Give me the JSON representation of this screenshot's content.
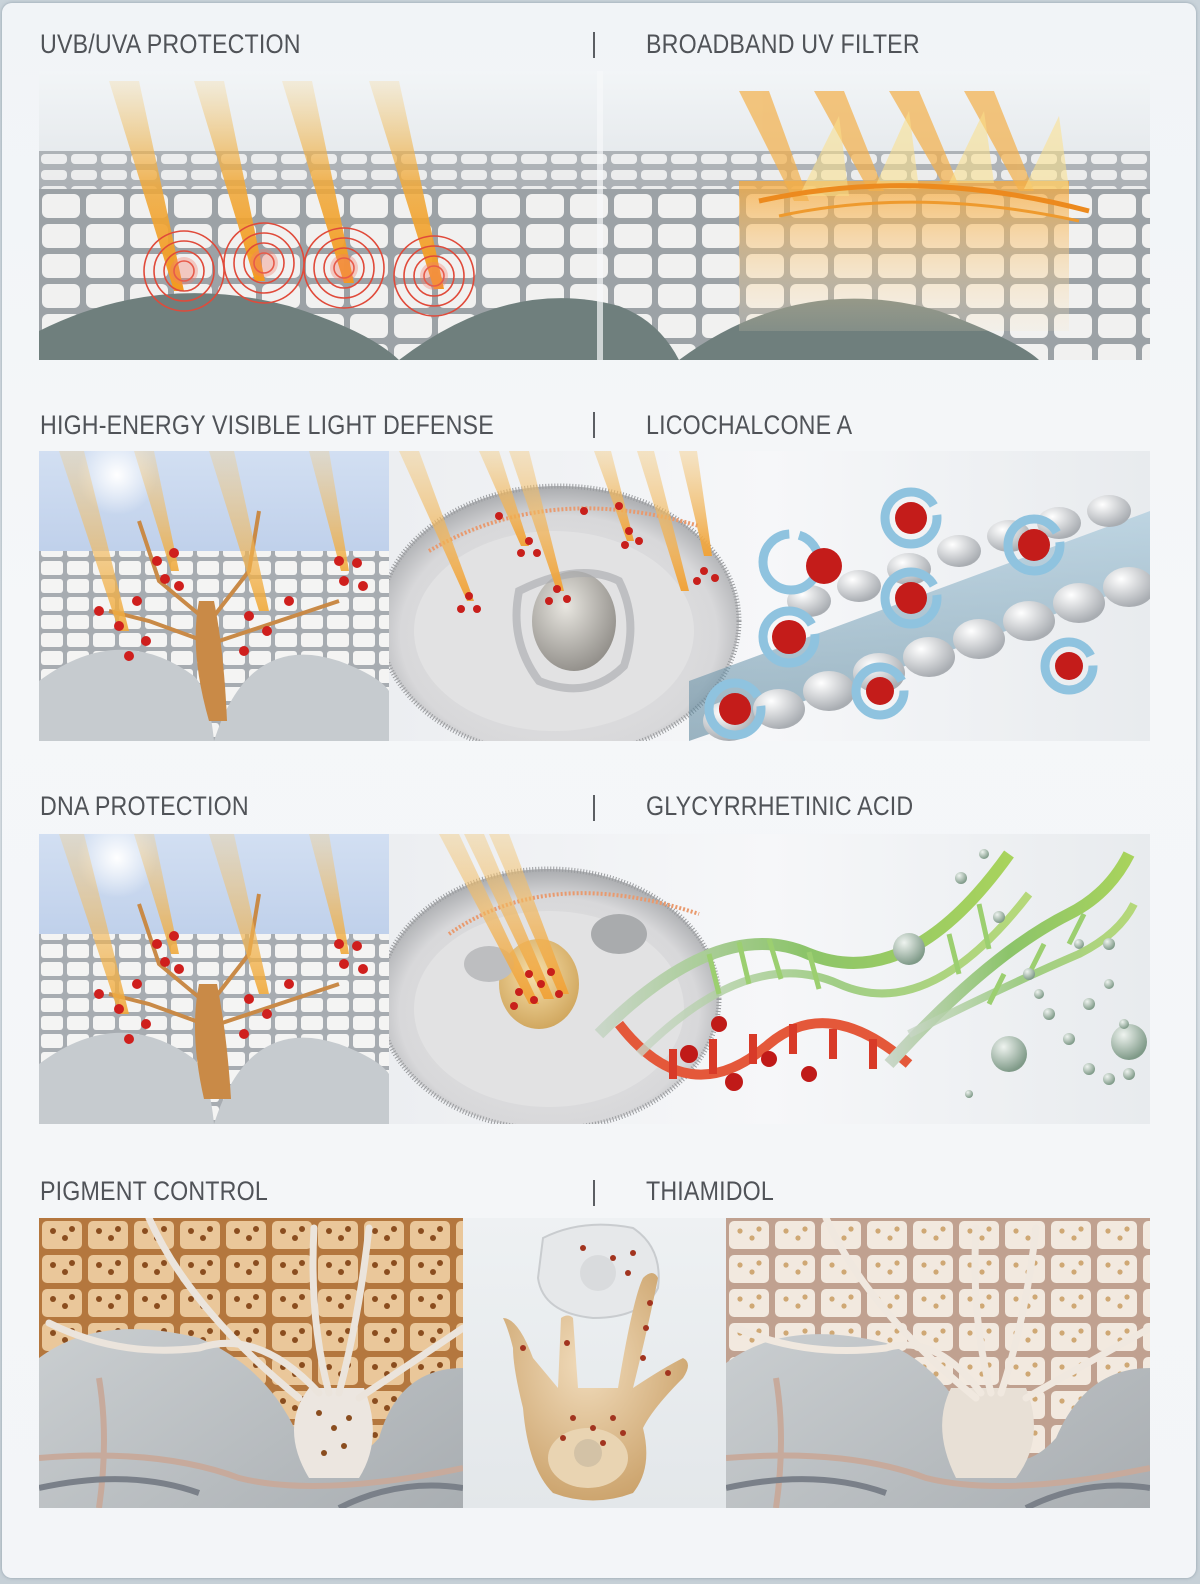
{
  "rows": [
    {
      "left_title": "UVB/UVA PROTECTION",
      "right_title": "BROADBAND UV FILTER",
      "separator": "|",
      "panels": [
        {
          "id": "uvb-uva-protection",
          "depicts": "UV rays penetrating skin cell layers causing red concentric damage rings"
        },
        {
          "id": "broadband-uv-filter",
          "depicts": "UV rays blocked by orange filter layer across skin cells"
        }
      ]
    },
    {
      "left_title": "HIGH-ENERGY VISIBLE LIGHT DEFENSE",
      "right_title": "LICOCHALCONE A",
      "separator": "|",
      "panels": [
        {
          "id": "hevl-skin",
          "depicts": "Light rays entering skin with red free radicals around melanocyte"
        },
        {
          "id": "hevl-cell",
          "depicts": "Cell cross-section with rays and red radicals hitting organelles"
        },
        {
          "id": "licochalcone-membrane",
          "depicts": "Blue antioxidant shells capturing red radicals near lipid bilayer"
        }
      ]
    },
    {
      "left_title": "DNA PROTECTION",
      "right_title": "GLYCYRRHETINIC ACID",
      "separator": "|",
      "panels": [
        {
          "id": "dna-skin",
          "depicts": "Light rays entering skin with red radicals around melanocyte"
        },
        {
          "id": "dna-cell",
          "depicts": "Cell with rays targeting nucleus"
        },
        {
          "id": "glycyrrhetinic-dna",
          "depicts": "Damaged red DNA strand turning into green repaired helix with spheres"
        }
      ]
    },
    {
      "left_title": "PIGMENT CONTROL",
      "right_title": "THIAMIDOL",
      "separator": "|",
      "panels": [
        {
          "id": "pigment-skin",
          "depicts": "Tan skin cells with dark brown pigment dots and melanocyte"
        },
        {
          "id": "melanocyte-cell",
          "depicts": "Melanocyte with dendrites transferring pigment to keratinocyte"
        },
        {
          "id": "thiamidol-skin",
          "depicts": "Lighter skin cells with reduced pigment dots"
        }
      ]
    }
  ],
  "colors": {
    "title_text": "#505358",
    "ray_orange": "#f0a93a",
    "radical_red": "#c8231e",
    "shell_blue": "#8fc3df",
    "dna_green": "#8cc46a",
    "pigment_brown": "#9a5a2a"
  }
}
